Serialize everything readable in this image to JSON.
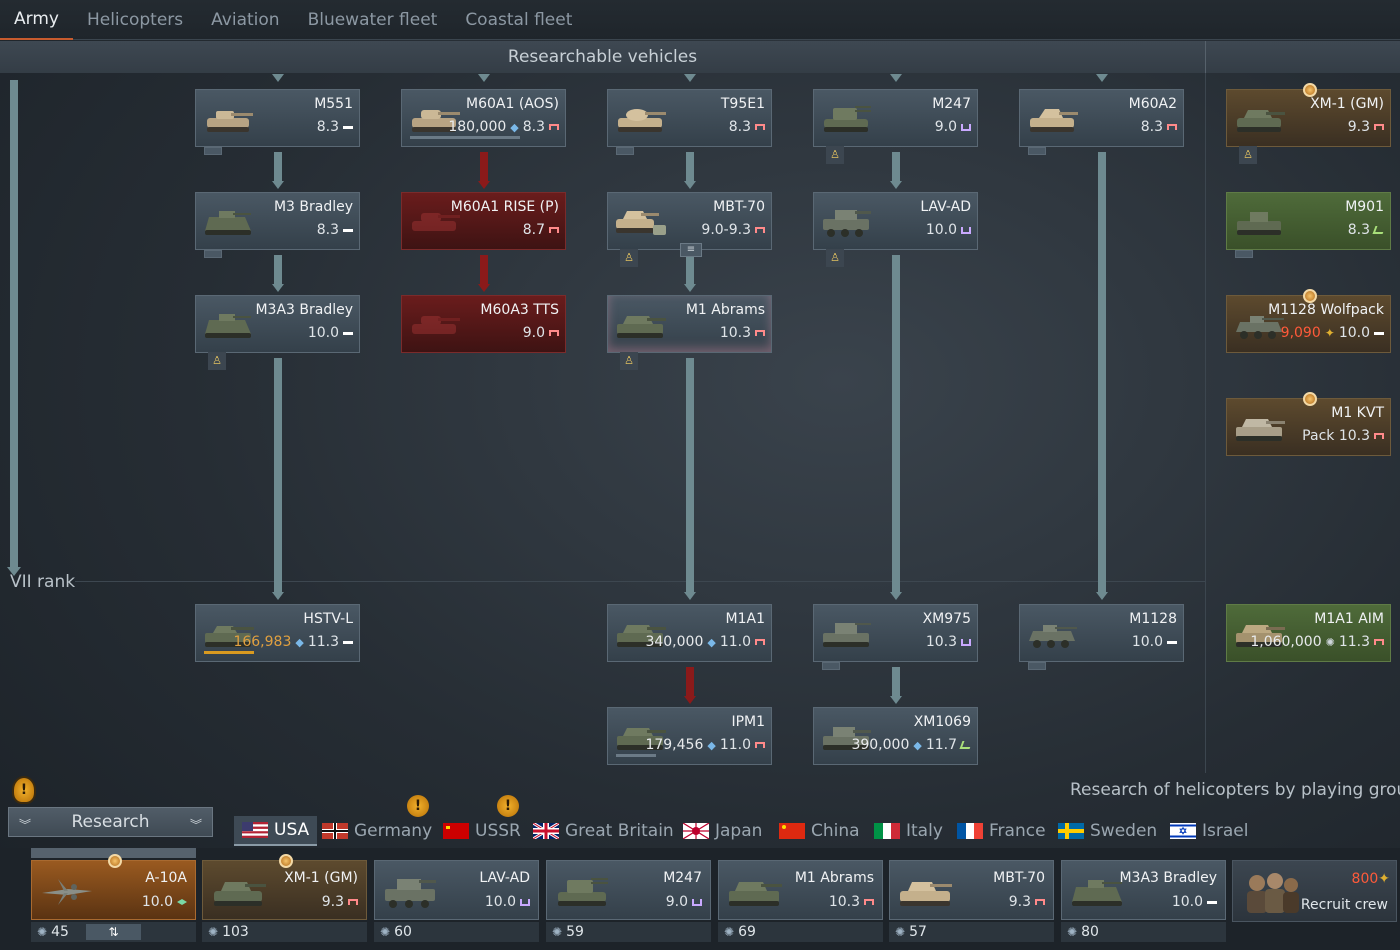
{
  "top_tabs": [
    {
      "label": "Army",
      "active": true
    },
    {
      "label": "Helicopters",
      "active": false
    },
    {
      "label": "Aviation",
      "active": false
    },
    {
      "label": "Bluewater fleet",
      "active": false
    },
    {
      "label": "Coastal fleet",
      "active": false
    }
  ],
  "section_title": "Researchable vehicles",
  "rank_label": "VII rank",
  "tree": {
    "m551": {
      "name": "M551",
      "br": "8.3"
    },
    "m60a1aos": {
      "name": "M60A1 (AOS)",
      "rp": "180,000",
      "br": "8.3"
    },
    "t95e1": {
      "name": "T95E1",
      "br": "8.3"
    },
    "m247": {
      "name": "M247",
      "br": "9.0"
    },
    "m60a2": {
      "name": "M60A2",
      "br": "8.3"
    },
    "xm1gm": {
      "name": "XM-1 (GM)",
      "br": "9.3"
    },
    "m3bradley": {
      "name": "M3 Bradley",
      "br": "8.3"
    },
    "m60a1rise": {
      "name": "M60A1 RISE (P)",
      "br": "8.7"
    },
    "mbt70": {
      "name": "MBT-70",
      "br": "9.0-9.3"
    },
    "lavad": {
      "name": "LAV-AD",
      "br": "10.0"
    },
    "m901": {
      "name": "M901",
      "br": "8.3"
    },
    "m3a3bradley": {
      "name": "M3A3 Bradley",
      "br": "10.0"
    },
    "m60a3tts": {
      "name": "M60A3 TTS",
      "br": "9.0"
    },
    "m1abrams": {
      "name": "M1 Abrams",
      "br": "10.3"
    },
    "m1128wolfpack": {
      "name": "M1128 Wolfpack",
      "rp": "9,090",
      "br": "10.0"
    },
    "m1kvt": {
      "name": "M1 KVT",
      "br": "Pack 10.3"
    },
    "hstvl": {
      "name": "HSTV-L",
      "rp": "166,983",
      "br": "11.3"
    },
    "m1a1": {
      "name": "M1A1",
      "rp": "340,000",
      "br": "11.0"
    },
    "xm975": {
      "name": "XM975",
      "br": "10.3"
    },
    "m1128": {
      "name": "M1128",
      "br": "10.0"
    },
    "m1a1aim": {
      "name": "M1A1 AIM",
      "rp": "1,060,000",
      "br": "11.3"
    },
    "ipm1": {
      "name": "IPM1",
      "rp": "179,456",
      "br": "11.0"
    },
    "xm1069": {
      "name": "XM1069",
      "rp": "390,000",
      "br": "11.7"
    }
  },
  "info_text": "Research of helicopters by playing ground",
  "research_label": "Research",
  "nations": [
    {
      "label": "USA",
      "active": true
    },
    {
      "label": "Germany"
    },
    {
      "label": "USSR"
    },
    {
      "label": "Great Britain"
    },
    {
      "label": "Japan"
    },
    {
      "label": "China"
    },
    {
      "label": "Italy"
    },
    {
      "label": "France"
    },
    {
      "label": "Sweden"
    },
    {
      "label": "Israel"
    }
  ],
  "crew_slots": [
    {
      "name": "A-10A",
      "br": "10.0",
      "crew": "45"
    },
    {
      "name": "XM-1 (GM)",
      "br": "9.3",
      "crew": "103"
    },
    {
      "name": "LAV-AD",
      "br": "10.0",
      "crew": "60"
    },
    {
      "name": "M247",
      "br": "9.0",
      "crew": "59"
    },
    {
      "name": "M1 Abrams",
      "br": "10.3",
      "crew": "69"
    },
    {
      "name": "MBT-70",
      "br": "9.3",
      "crew": "57"
    },
    {
      "name": "M3A3 Bradley",
      "br": "10.0",
      "crew": "80"
    }
  ],
  "swap_glyph": "⇅",
  "recruit": {
    "price": "800",
    "label": "Recruit crew"
  },
  "colors": {
    "accent": "#c75b2e",
    "connector": "#6e8a90",
    "locked_red": "#8b1a1a",
    "premium_gold": "#d99a20"
  }
}
